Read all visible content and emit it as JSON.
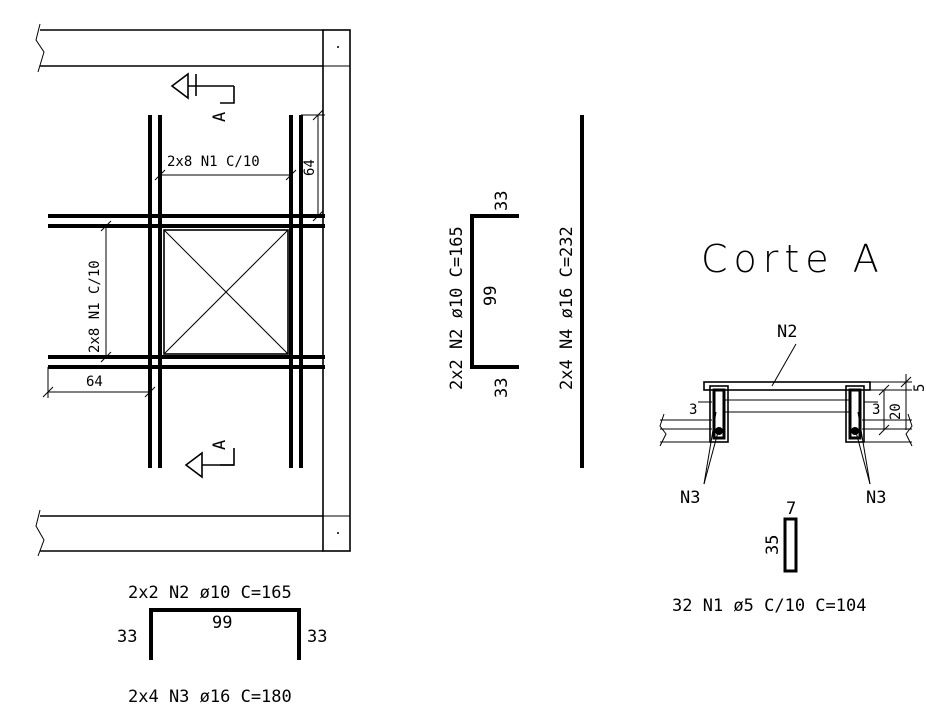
{
  "section_marker": "A",
  "plan": {
    "top_rebar_label": "2x8  N1  C/10",
    "left_rebar_label": "2x8  N1  C/10",
    "dim_top_right": "64",
    "dim_bottom_left": "64"
  },
  "bar_n2_vertical": {
    "label": "2x2  N2  ø10  C=165",
    "leg_top": "33",
    "leg_bottom": "33",
    "span": "99"
  },
  "bar_n4_vertical": {
    "label": "2x4  N4  ø16  C=232"
  },
  "bar_n2_horizontal": {
    "label": "2x2  N2  ø10  C=165",
    "span": "99",
    "leg_left": "33",
    "leg_right": "33"
  },
  "bar_n3_label": "2x4  N3  ø16  C=180",
  "corte": {
    "title": "Corte A",
    "n2_tag": "N2",
    "n3_left_tag": "N3",
    "n3_right_tag": "N3",
    "cover_left": "3",
    "cover_right": "3",
    "dim_height": "20",
    "dim_top": "5"
  },
  "stirrup": {
    "width": "7",
    "height": "35",
    "label": "32  N1  ø5  C/10  C=104"
  }
}
